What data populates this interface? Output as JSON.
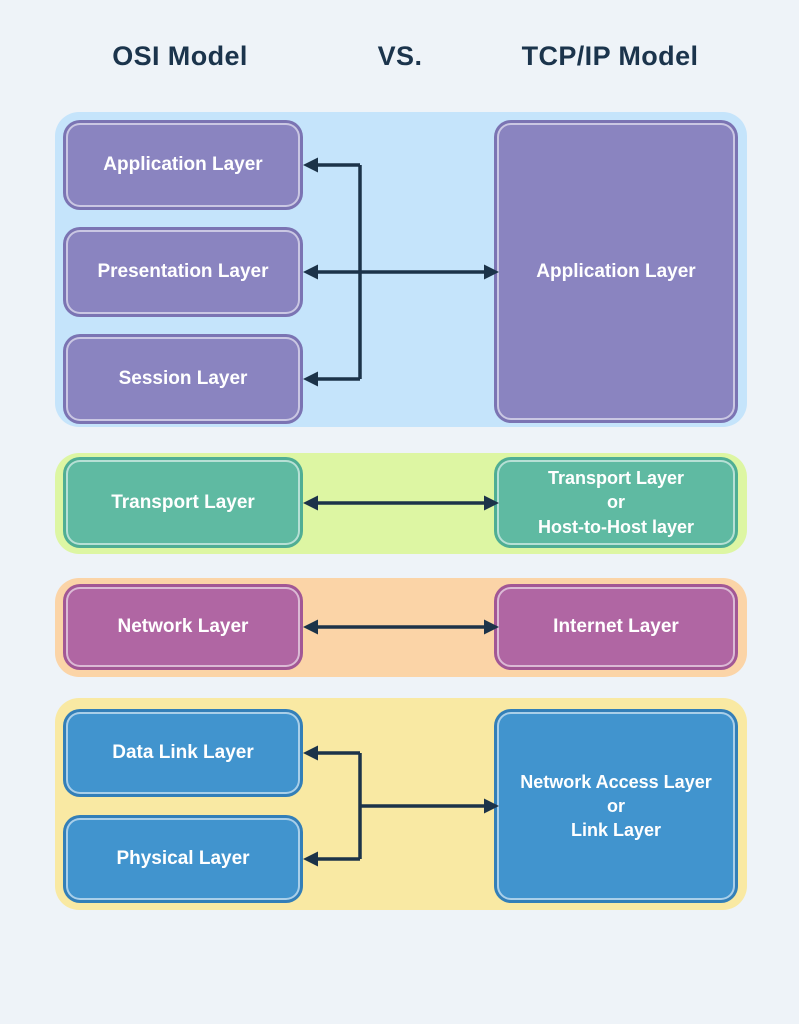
{
  "header": {
    "osi_title": "OSI Model",
    "vs_label": "VS.",
    "tcpip_title": "TCP/IP Model"
  },
  "sections": [
    {
      "id": "application",
      "band_color": "#c5e4fb",
      "box_color": "#8a84c0",
      "osi_layers": [
        "Application Layer",
        "Presentation Layer",
        "Session Layer"
      ],
      "tcpip_layer_lines": [
        "Application Layer"
      ]
    },
    {
      "id": "transport",
      "band_color": "#ddf6a3",
      "box_color": "#5fbaa2",
      "osi_layers": [
        "Transport Layer"
      ],
      "tcpip_layer_lines": [
        "Transport Layer",
        "or",
        "Host-to-Host layer"
      ]
    },
    {
      "id": "network",
      "band_color": "#fbd4a7",
      "box_color": "#b066a3",
      "osi_layers": [
        "Network Layer"
      ],
      "tcpip_layer_lines": [
        "Internet Layer"
      ]
    },
    {
      "id": "link",
      "band_color": "#f9e9a3",
      "box_color": "#4194ce",
      "osi_layers": [
        "Data Link Layer",
        "Physical Layer"
      ],
      "tcpip_layer_lines": [
        "Network Access Layer",
        "or",
        "Link Layer"
      ]
    }
  ],
  "colors": {
    "page_bg": "#eef3f8",
    "heading_text": "#1b344c",
    "arrow": "#1c3349",
    "box_text": "#ffffff"
  }
}
